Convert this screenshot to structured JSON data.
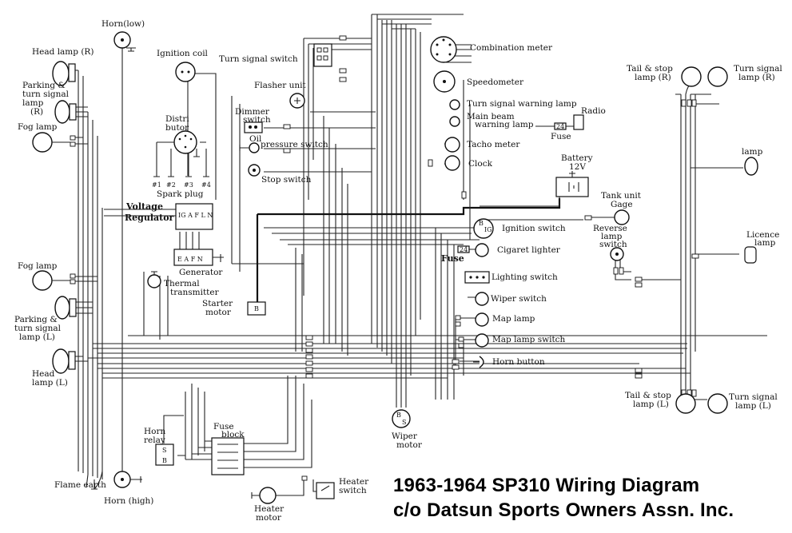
{
  "caption": {
    "line1": "1963-1964 SP310 Wiring Diagram",
    "line2": "c/o Datsun Sports Owners Assn. Inc."
  },
  "labels": {
    "horn_low": "Horn(low)",
    "head_lamp_r": "Head lamp (R)",
    "parking_r_1": "Parking &",
    "parking_r_2": "turn signal",
    "parking_r_3": "lamp",
    "parking_r_4": "(R)",
    "fog_lamp_top": "Fog lamp",
    "ignition_coil": "Ignition coil",
    "turn_signal_switch": "Turn signal switch",
    "flasher_unit": "Flasher unit",
    "distributor_1": "Distri",
    "distributor_2": "butor",
    "dimmer_switch_1": "Dimmer",
    "dimmer_switch_2": "switch",
    "oil_pressure_1": "Oil",
    "oil_pressure_2": "pressure switch",
    "stop_switch": "Stop switch",
    "plug_1": "#1",
    "plug_2": "#2",
    "plug_3": "#3",
    "plug_4": "#4",
    "spark_plug": "Spark plug",
    "voltage_regulator_1": "Voltage",
    "voltage_regulator_2": "Regulator",
    "generator": "Generator",
    "thermal_1": "Thermal",
    "thermal_2": "transmitter",
    "fog_lamp_bottom": "Fog lamp",
    "parking_l_1": "Parking &",
    "parking_l_2": "turn signal",
    "parking_l_3": "lamp (L)",
    "head_lamp_l_1": "Head",
    "head_lamp_l_2": "lamp (L)",
    "starter_1": "Starter",
    "starter_2": "motor",
    "horn_relay_1": "Horn",
    "horn_relay_2": "relay",
    "fuse_block_1": "Fuse",
    "fuse_block_2": "block",
    "flame_earth": "Flame earth",
    "horn_high": "Horn (high)",
    "heater_motor_1": "Heater",
    "heater_motor_2": "motor",
    "heater_switch_1": "Heater",
    "heater_switch_2": "switch",
    "wiper_motor_1": "Wiper",
    "wiper_motor_2": "motor",
    "combination_meter": "Combination meter",
    "speedometer": "Speedometer",
    "turn_warning": "Turn signal warning lamp",
    "main_beam_1": "Main beam",
    "main_beam_2": "warning lamp",
    "radio": "Radio",
    "fuse_radio": "Fuse",
    "tacho_meter": "Tacho meter",
    "clock": "Clock",
    "battery_1": "Battery",
    "battery_2": "12V",
    "tank_unit_1": "Tank unit",
    "tank_unit_2": "Gage",
    "ignition_switch": "Ignition switch",
    "reverse_1": "Reverse",
    "reverse_2": "lamp",
    "reverse_3": "switch",
    "cigaret_lighter": "Cigaret lighter",
    "fuse_mid": "Fuse",
    "lighting_switch": "Lighting switch",
    "wiper_switch": "Wiper switch",
    "map_lamp": "Map lamp",
    "map_lamp_switch": "Map lamp switch",
    "horn_button": "Horn button",
    "tail_stop_r_1": "Tail & stop",
    "tail_stop_r_2": "lamp (R)",
    "turn_signal_r_1": "Turn signal",
    "turn_signal_r_2": "lamp (R)",
    "lamp": "lamp",
    "licence_1": "Licence",
    "licence_2": "lamp",
    "tail_stop_l_1": "Tail & stop",
    "tail_stop_l_2": "lamp (L)",
    "turn_signal_l_1": "Turn signal",
    "turn_signal_l_2": "lamp (L)",
    "reg_terminals": "IG  A  F  L  N",
    "gen_terminals": "E  A  F  N"
  }
}
